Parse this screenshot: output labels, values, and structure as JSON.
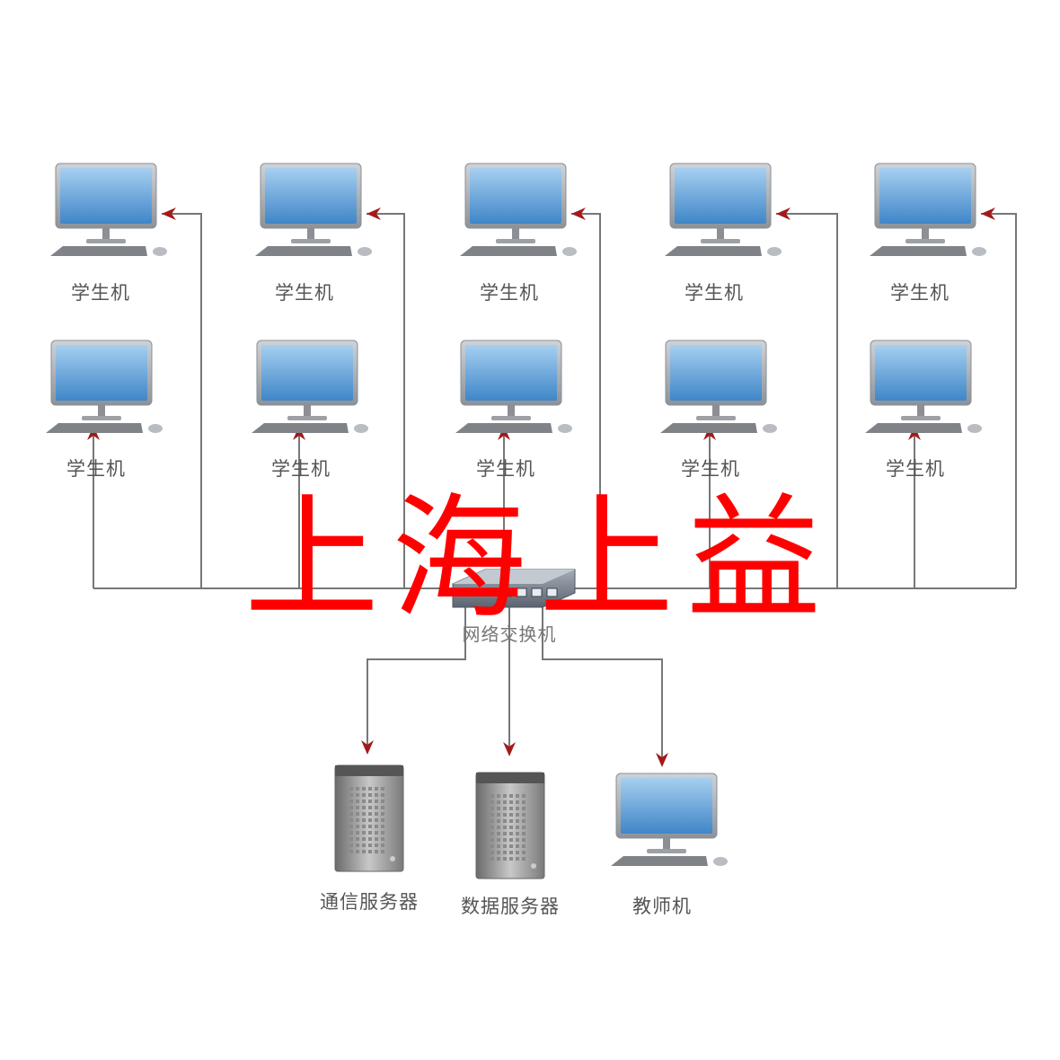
{
  "student_label": "学生机",
  "switch_label": "网络交换机",
  "servers": {
    "comm": "通信服务器",
    "data": "数据服务器",
    "teacher": "教师机"
  },
  "watermark": "上海上益",
  "colors": {
    "line": "#777777",
    "arrow": "#a31a1a",
    "screen": "#5aa0d8",
    "watermark": "#ff0000"
  },
  "icons": [
    "monitor-icon",
    "keyboard-icon",
    "mouse-icon",
    "network-switch-icon",
    "server-tower-icon"
  ]
}
